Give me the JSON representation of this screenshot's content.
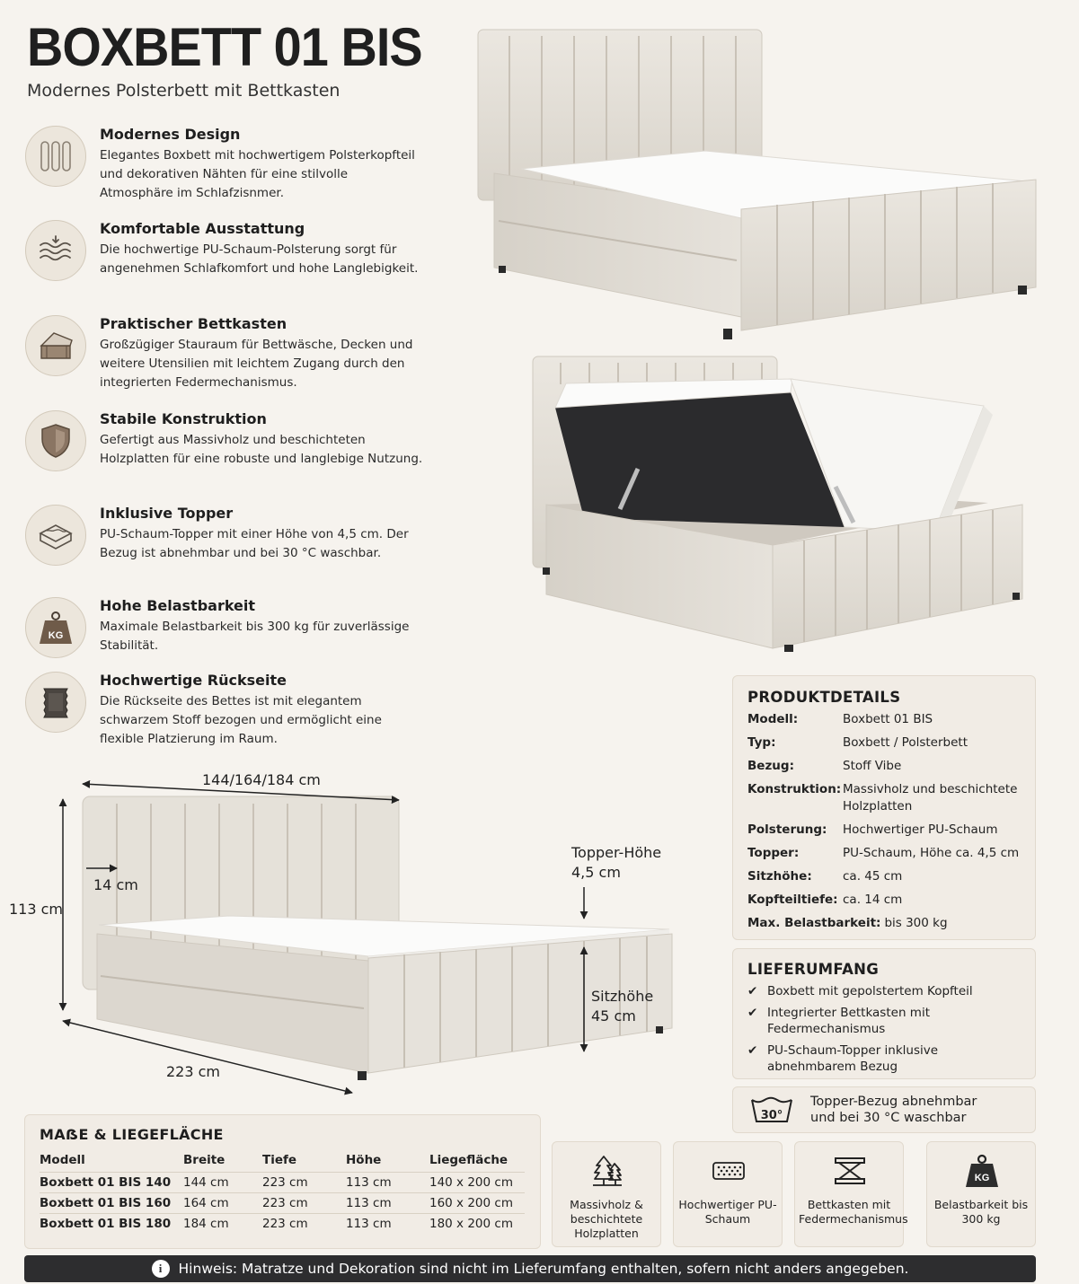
{
  "header": {
    "title": "BOXBETT 01 BIS",
    "subtitle": "Modernes Polsterbett mit Bettkasten"
  },
  "features": [
    {
      "icon": "vertical-stitching-icon",
      "title": "Modernes Design",
      "text": "Elegantes Boxbett mit hochwertigem Polsterkopfteil und dekorativen Nähten für eine stilvolle Atmosphäre im Schlafzisnmer."
    },
    {
      "icon": "foam-layers-icon",
      "title": "Komfortable Ausstattung",
      "text": "Die hochwertige PU-Schaum-Polsterung sorgt für angenehmen Schlafkomfort und hohe Langlebigkeit."
    },
    {
      "icon": "storage-box-icon",
      "title": "Praktischer Bettkasten",
      "text": "Großzügiger Stauraum für Bettwäsche, Decken und weitere Utensilien mit leichtem Zugang durch den integrierten Federmechanismus."
    },
    {
      "icon": "shield-icon",
      "title": "Stabile Konstruktion",
      "text": "Gefertigt aus Massivholz und beschichteten Holzplatten für eine robuste und langlebige Nutzung."
    },
    {
      "icon": "topper-icon",
      "title": "Inklusive Topper",
      "text": "PU-Schaum-Topper mit einer Höhe von 4,5 cm. Der Bezug ist abnehmbar und bei 30 °C waschbar."
    },
    {
      "icon": "weight-kg-icon",
      "title": "Hohe Belastbarkeit",
      "text": "Maximale Belastbarkeit bis 300 kg für zuverlässige Stabilität."
    },
    {
      "icon": "fabric-swatch-icon",
      "title": "Hochwertige Rückseite",
      "text": "Die Rückseite des Bettes ist mit elegantem schwarzem Stoff bezogen und ermöglicht eine flexible Platzierung im Raum."
    }
  ],
  "dimensions": {
    "width": "144/164/184 cm",
    "headboard_depth": "14 cm",
    "height": "113 cm",
    "length": "223 cm",
    "topper_label": "Topper-Höhe",
    "topper_value": "4,5 cm",
    "seat_label": "Sitzhöhe",
    "seat_value": "45 cm"
  },
  "product_details": {
    "title": "PRODUKTDETAILS",
    "rows": [
      {
        "k": "Modell:",
        "v": "Boxbett 01 BIS"
      },
      {
        "k": "Typ:",
        "v": "Boxbett / Polsterbett"
      },
      {
        "k": "Bezug:",
        "v": "Stoff Vibe"
      },
      {
        "k": "Konstruktion:",
        "v": "Massivholz und beschichtete Holzplatten"
      },
      {
        "k": "Polsterung:",
        "v": "Hochwertiger PU-Schaum"
      },
      {
        "k": "Topper:",
        "v": "PU-Schaum, Höhe ca. 4,5 cm"
      },
      {
        "k": "Sitzhöhe:",
        "v": "ca. 45 cm"
      },
      {
        "k": "Kopfteiltiefe:",
        "v": "ca. 14 cm"
      },
      {
        "k": "Max. Belastbarkeit:",
        "v": "bis 300 kg"
      }
    ]
  },
  "delivery": {
    "title": "LIEFERUMFANG",
    "check": "✔",
    "items": [
      "Boxbett mit gepolstertem Kopfteil",
      "Integrierter Bettkasten mit Federmechanismus",
      "PU-Schaum-Topper inklusive abnehmbarem Bezug"
    ]
  },
  "wash": {
    "symbol": "30°",
    "line1": "Topper-Bezug abnehmbar",
    "line2": "und bei 30 °C waschbar"
  },
  "size_table": {
    "title": "MAẞE & LIEGEFLÄCHE",
    "headers": [
      "Modell",
      "Breite",
      "Tiefe",
      "Höhe",
      "Liegefläche"
    ],
    "rows": [
      [
        "Boxbett 01 BIS 140",
        "144 cm",
        "223 cm",
        "113 cm",
        "140 x 200 cm"
      ],
      [
        "Boxbett 01 BIS 160",
        "164 cm",
        "223 cm",
        "113 cm",
        "160 x 200 cm"
      ],
      [
        "Boxbett 01 BIS 180",
        "184 cm",
        "223 cm",
        "113 cm",
        "180 x 200 cm"
      ]
    ]
  },
  "icon_boxes": [
    {
      "icon": "trees-icon",
      "label": "Massivholz & beschichtete Holzplatten"
    },
    {
      "icon": "foam-mattress-icon",
      "label": "Hochwertiger PU-Schaum"
    },
    {
      "icon": "lift-mechanism-icon",
      "label": "Bettkasten mit Federmechanismus"
    },
    {
      "icon": "weight-kg-icon",
      "label": "Belastbarkeit bis 300 kg",
      "badge": "KG"
    }
  ],
  "note": {
    "icon": "info-icon",
    "symbol": "i",
    "text": "Hinweis: Matratze und Dekoration sind nicht im Lieferumfang enthalten, sofern nicht anders angegeben."
  },
  "colors": {
    "background": "#f6f3ee",
    "card": "#f1ece5",
    "fabric": "#e4e0d8",
    "note_bar": "#2d2d2f"
  }
}
